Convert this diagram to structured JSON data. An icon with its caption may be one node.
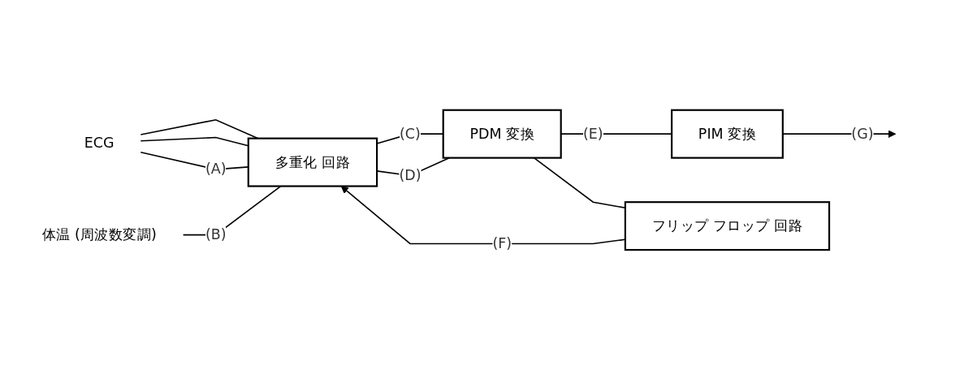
{
  "diagram": {
    "nodes": [
      {
        "text": [
          "ECG"
        ]
      },
      {
        "text": [
          "体温 (周波数変調)"
        ]
      },
      {
        "text": [
          "多重化 回路"
        ]
      },
      {
        "text": [
          "PDM 変換"
        ]
      },
      {
        "text": [
          "PIM 変換"
        ]
      },
      {
        "text": [
          "フリップ フロップ 回路"
        ]
      }
    ],
    "edges": [
      {
        "from": 0,
        "to": 2,
        "arrow": "none"
      },
      {
        "from": 0,
        "to": 2,
        "arrow": "none"
      },
      {
        "from": 0,
        "to": 2,
        "label": "(A)",
        "arrow": "none"
      },
      {
        "from": 1,
        "to": 2,
        "label": "(B)",
        "arrow": "none"
      },
      {
        "from": 2,
        "to": 3,
        "label": "(C)",
        "arrow": "none"
      },
      {
        "from": 2,
        "to": 3,
        "label": "(D)",
        "arrow": "none"
      },
      {
        "from": 3,
        "to": 4,
        "label": "(E)",
        "arrow": "none"
      },
      {
        "from": 3,
        "to": 5,
        "arrow": "none"
      },
      {
        "from": 5,
        "to": 2,
        "label": "(F)",
        "arrow": "to"
      },
      {
        "from": 4,
        "to": null,
        "label": "(G)",
        "arrow": "to"
      }
    ]
  }
}
